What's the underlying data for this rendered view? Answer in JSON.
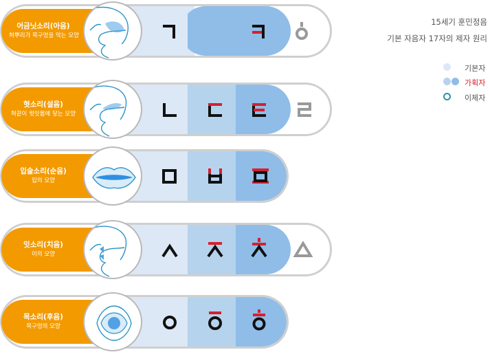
{
  "legend": {
    "title_line1": "15세기 훈민정음",
    "title_line2": "기본 자음자 17자의 제자 원리",
    "items": [
      {
        "label": "기본자",
        "color": "#dce8f5"
      },
      {
        "label": "가획자",
        "color": "#d6202f"
      },
      {
        "label": "이체자",
        "color": "#2a93a4"
      }
    ]
  },
  "rows": [
    {
      "title": "어금닛소리(아음)",
      "desc": "혀뿌리가 목구멍을 막는 모양",
      "letters": [
        "ㄱ",
        "ㅋ",
        "ㆁ"
      ]
    },
    {
      "title": "혓소리(설음)",
      "desc": "혀끝이 윗잇몸에 닿는 모양",
      "letters": [
        "ㄴ",
        "ㄷ",
        "ㅌ",
        "ㄹ"
      ]
    },
    {
      "title": "입술소리(순음)",
      "desc": "입의 모양",
      "letters": [
        "ㅁ",
        "ㅂ",
        "ㅍ"
      ]
    },
    {
      "title": "잇소리(치음)",
      "desc": "이의 모양",
      "letters": [
        "ㅅ",
        "ㅈ",
        "ㅊ",
        "ㅿ"
      ]
    },
    {
      "title": "목소리(후음)",
      "desc": "목구멍의 모양",
      "letters": [
        "ㅇ",
        "ㆆ",
        "ㅎ"
      ]
    }
  ],
  "colors": {
    "orange": "#f39a00",
    "blue_light": "#dce8f5",
    "blue_mid": "#b6d3ee",
    "blue_dark": "#8fbde8",
    "red": "#d6202f",
    "gray_letter": "#999999"
  }
}
